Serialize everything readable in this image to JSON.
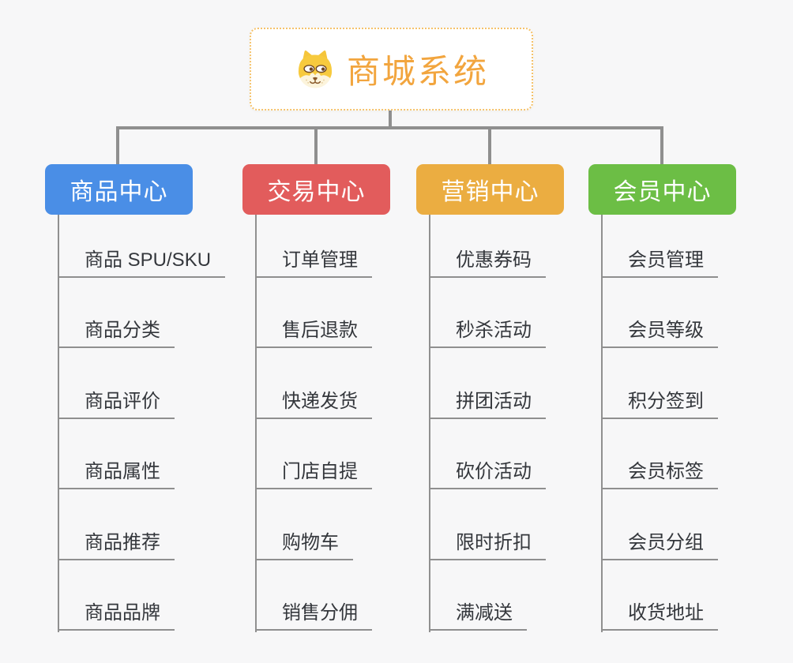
{
  "background": "#F7F7F8",
  "connector_color": "#8F8F8F",
  "root": {
    "icon": "dog-face-icon",
    "title": "商城系统",
    "title_color": "#F2A53E",
    "border_color": "#F5C26B"
  },
  "branches": [
    {
      "label": "商品中心",
      "color": "#4A8EE6",
      "children": [
        "商品 SPU/SKU",
        "商品分类",
        "商品评价",
        "商品属性",
        "商品推荐",
        "商品品牌"
      ]
    },
    {
      "label": "交易中心",
      "color": "#E25C5C",
      "children": [
        "订单管理",
        "售后退款",
        "快递发货",
        "门店自提",
        "购物车",
        "销售分佣"
      ]
    },
    {
      "label": "营销中心",
      "color": "#EBAD41",
      "children": [
        "优惠券码",
        "秒杀活动",
        "拼团活动",
        "砍价活动",
        "限时折扣",
        "满减送"
      ]
    },
    {
      "label": "会员中心",
      "color": "#6CBE45",
      "children": [
        "会员管理",
        "会员等级",
        "积分签到",
        "会员标签",
        "会员分组",
        "收货地址"
      ]
    }
  ]
}
